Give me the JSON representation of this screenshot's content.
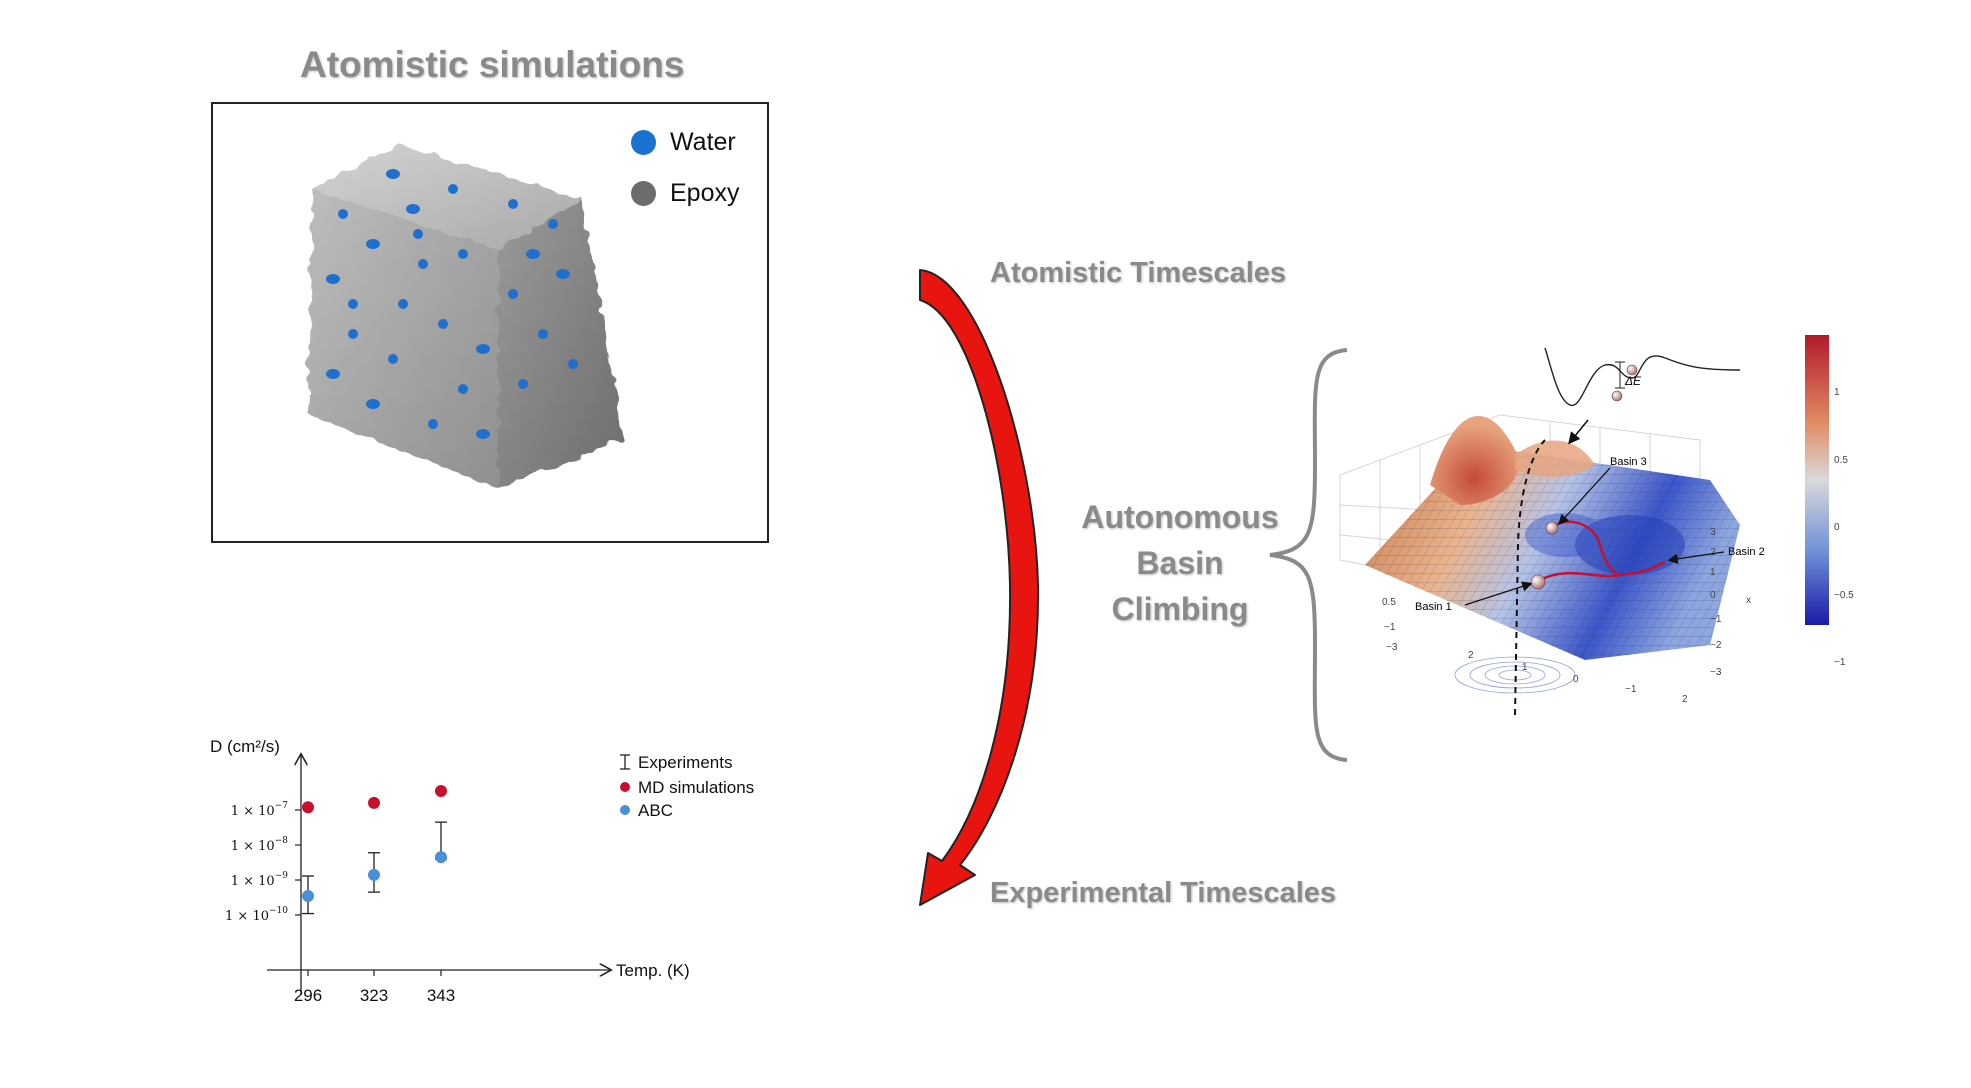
{
  "left_panel": {
    "title": "Atomistic simulations",
    "legend": [
      {
        "label": "Water",
        "color": "#1a73d0"
      },
      {
        "label": "Epoxy",
        "color": "#6e6b6b"
      }
    ]
  },
  "middle": {
    "top_label": "Atomistic Timescales",
    "bottom_label": "Experimental Timescales",
    "method_lines": [
      "Autonomous",
      "Basin",
      "Climbing"
    ],
    "arrow_color": "#e8140f"
  },
  "landscape": {
    "delta_label": "ΔE",
    "basins": [
      "Basin 1",
      "Basin 2",
      "Basin 3"
    ],
    "axis_x_label": "x",
    "right_axis_ticks": [
      "3",
      "2",
      "1",
      "0",
      "−1",
      "−2",
      "−3"
    ],
    "front_axis_ticks": [
      "2",
      "1",
      "0",
      "−1",
      "2"
    ],
    "left_axis_ticks": [
      "0.5",
      "−1",
      "−3"
    ],
    "colorbar_ticks": [
      "1",
      "0.5",
      "0",
      "−0.5",
      "−1"
    ]
  },
  "chart_data": {
    "type": "scatter",
    "ylabel": "D (cm²/s)",
    "xlabel": "Temp. (K)",
    "categories": [
      "296",
      "323",
      "343"
    ],
    "y_ticks": [
      {
        "base": "1 × 10",
        "exp": "−7",
        "value": 1e-07
      },
      {
        "base": "1 × 10",
        "exp": "−8",
        "value": 1e-08
      },
      {
        "base": "1 × 10",
        "exp": "−9",
        "value": 1e-09
      },
      {
        "base": "1 × 10",
        "exp": "−10",
        "value": 1e-10
      }
    ],
    "y_scale": "log",
    "legend": [
      {
        "label": "Experiments",
        "marker": "errorbar",
        "color": "#222222"
      },
      {
        "label": "MD simulations",
        "marker": "dot",
        "color": "#c8102e"
      },
      {
        "label": "ABC",
        "marker": "dot",
        "color": "#4a90d9"
      }
    ],
    "series": [
      {
        "name": "MD simulations",
        "color": "#c8102e",
        "values": [
          1.2e-07,
          1.6e-07,
          3.5e-07
        ]
      },
      {
        "name": "ABC",
        "color": "#4a90d9",
        "values": [
          3.5e-10,
          1.4e-09,
          4.5e-09
        ]
      },
      {
        "name": "Experiments",
        "color": "#222222",
        "low": [
          1.1e-10,
          4.5e-10,
          4e-09
        ],
        "high": [
          1.3e-09,
          6e-09,
          4.5e-08
        ]
      }
    ]
  }
}
